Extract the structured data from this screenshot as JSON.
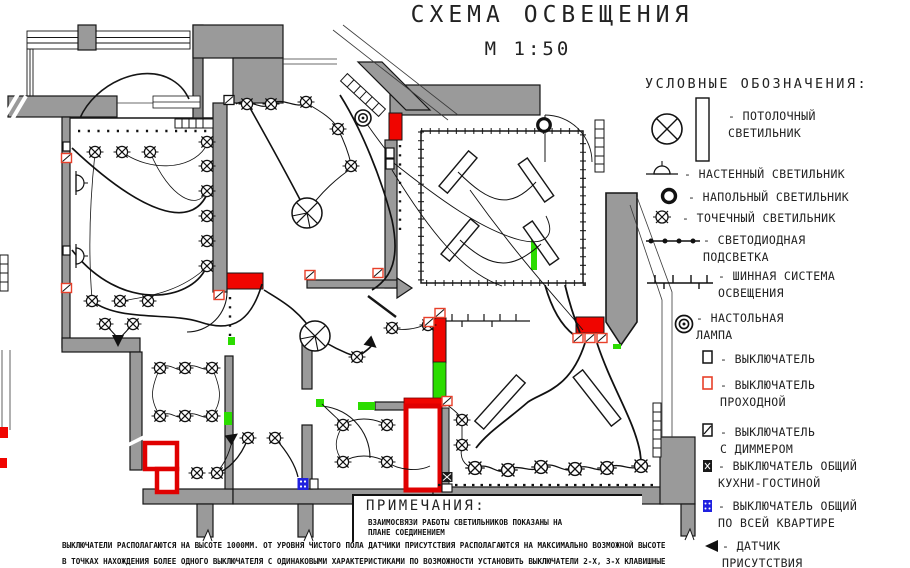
{
  "title": {
    "main": "СХЕМА ОСВЕЩЕНИЯ",
    "scale": "М 1:50"
  },
  "legend": {
    "header": "УСЛОВНЫЕ ОБОЗНАЧЕНИЯ:",
    "items": [
      {
        "icon": "ceiling-light-icon",
        "label": "- ПОТОЛОЧНЫЙ\nСВЕТИЛЬНИК"
      },
      {
        "icon": "wall-light-icon",
        "label": "- НАСТЕННЫЙ СВЕТИЛЬНИК"
      },
      {
        "icon": "floor-light-icon",
        "label": "- НАПОЛЬНЫЙ СВЕТИЛЬНИК"
      },
      {
        "icon": "spot-light-icon",
        "label": "- ТОЧЕЧНЫЙ СВЕТИЛЬНИК"
      },
      {
        "icon": "led-strip-icon",
        "label": "- СВЕТОДИОДНАЯ\nПОДСВЕТКА"
      },
      {
        "icon": "busbar-system-icon",
        "label": "- ШИННАЯ СИСТЕМА\nОСВЕЩЕНИЯ"
      },
      {
        "icon": "table-lamp-icon",
        "label": "- НАСТОЛЬНАЯ\nЛАМПА"
      },
      {
        "icon": "switch-icon",
        "label": "- ВЫКЛЮЧАТЕЛЬ"
      },
      {
        "icon": "pass-switch-icon",
        "label": "- ВЫКЛЮЧАТЕЛЬ\nПРОХОДНОЙ"
      },
      {
        "icon": "dimmer-switch-icon",
        "label": "- ВЫКЛЮЧАТЕЛЬ\nС ДИММЕРОМ"
      },
      {
        "icon": "common-switch-kitchen-icon",
        "label": "- ВЫКЛЮЧАТЕЛЬ ОБЩИЙ\nКУХНИ-ГОСТИНОЙ"
      },
      {
        "icon": "common-switch-apartment-icon",
        "label": "- ВЫКЛЮЧАТЕЛЬ ОБЩИЙ\nПО ВСЕЙ КВАРТИРЕ"
      },
      {
        "icon": "presence-sensor-icon",
        "label": "- ДАТЧИК\nПРИСУТСТВИЯ"
      }
    ]
  },
  "notes": {
    "header": "ПРИМЕЧАНИЯ:",
    "sub": "ВЗАИМОСВЯЗИ РАБОТЫ СВЕТИЛЬНИКОВ  ПОКАЗАНЫ НА\nПЛАНЕ СОЕДИНЕНИЕМ",
    "line1": "ВЫКЛЮЧАТЕЛИ РАСПОЛАГАЮТСЯ НА ВЫСОТЕ 1000ММ. ОТ УРОВНЯ ЧИСТОГО ПОЛА  ДАТЧИКИ ПРИСУТСТВИЯ РАСПОЛАГАЮТСЯ НА МАКСИМАЛЬНО ВОЗМОЖНОЙ ВЫСОТЕ",
    "line2": "В ТОЧКАХ НАХОЖДЕНИЯ БОЛЕЕ ОДНОГО ВЫКЛЮЧАТЕЛЯ С ОДИНАКОВЫМИ ХАРАКТЕРИСТИКАМИ ПО ВОЗМОЖНОСТИ УСТАНОВИТЬ ВЫКЛЮЧАТЕЛИ 2-Х, 3-Х КЛАВИШНЫЕ"
  },
  "plan": {
    "type": "apartment-lighting-floor-plan",
    "scale": "1:50",
    "colors": {
      "wall_gray": "#9a9a9a",
      "line_black": "#161616",
      "accent_red": "#f00500",
      "accent_green": "#2bdc00",
      "accent_blue": "#2021e0",
      "switch_red_outline": "#e8402a"
    }
  }
}
